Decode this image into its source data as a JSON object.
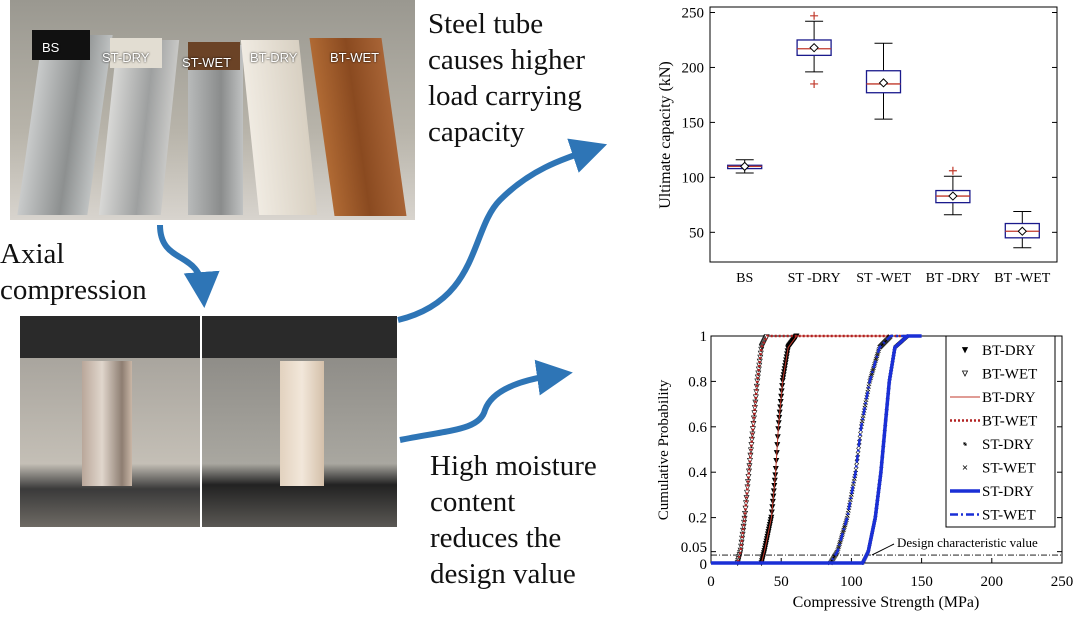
{
  "captions": {
    "steel": [
      "Steel tube",
      "causes higher",
      "load carrying",
      "capacity"
    ],
    "axial": [
      "Axial",
      "compression"
    ],
    "moisture": [
      "High moisture",
      "content",
      "reduces the",
      "design value"
    ]
  },
  "photo_labels": [
    "BS",
    "ST-DRY",
    "ST-WET",
    "BT-DRY",
    "BT-WET"
  ],
  "arrow_color": "#2e75b6",
  "chart_data": [
    {
      "type": "box",
      "ylabel": "Ultimate capacity (kN)",
      "xlabel": "",
      "categories": [
        "BS",
        "ST -DRY",
        "ST -WET",
        "BT -DRY",
        "BT -WET"
      ],
      "yticks": [
        50,
        100,
        150,
        200,
        250
      ],
      "ylim": [
        23,
        255
      ],
      "boxes": [
        {
          "whisker_low": 104,
          "q1": 108,
          "median": 110,
          "q3": 111,
          "whisker_high": 116,
          "mean": 110,
          "outliers": []
        },
        {
          "whisker_low": 196,
          "q1": 211,
          "median": 217,
          "q3": 225,
          "whisker_high": 242,
          "mean": 218,
          "outliers": [
            247,
            185
          ]
        },
        {
          "whisker_low": 153,
          "q1": 177,
          "median": 185,
          "q3": 197,
          "whisker_high": 222,
          "mean": 186,
          "outliers": []
        },
        {
          "whisker_low": 66,
          "q1": 77,
          "median": 83,
          "q3": 88,
          "whisker_high": 101,
          "mean": 83,
          "outliers": [
            106
          ]
        },
        {
          "whisker_low": 36,
          "q1": 45,
          "median": 51,
          "q3": 58,
          "whisker_high": 69,
          "mean": 51,
          "outliers": []
        }
      ],
      "colors": {
        "box": "#1a1a8c",
        "median": "#c0392b",
        "outlier": "#c0392b"
      }
    },
    {
      "type": "line",
      "xlabel": "Compressive Strength (MPa)",
      "ylabel": "Cumulative Probability",
      "xlim": [
        0,
        250
      ],
      "ylim": [
        0,
        1
      ],
      "xticks": [
        0,
        50,
        100,
        150,
        200,
        250
      ],
      "yticks": [
        "0",
        "0.05",
        "0.2",
        "0.4",
        "0.6",
        "0.8",
        "1"
      ],
      "annotation": "Design characteristic value",
      "design_level": 0.035,
      "legend_position": "right",
      "series": [
        {
          "name": "BT-DRY",
          "style": "marker-filled-triangle",
          "color": "#000000",
          "points": [
            [
              36,
              0
            ],
            [
              38,
              0.05
            ],
            [
              43,
              0.2
            ],
            [
              46,
              0.4
            ],
            [
              48,
              0.6
            ],
            [
              51,
              0.8
            ],
            [
              55,
              0.95
            ],
            [
              61,
              1
            ]
          ]
        },
        {
          "name": "BT-WET",
          "style": "marker-open-triangle",
          "color": "#000000",
          "points": [
            [
              19,
              0
            ],
            [
              21,
              0.05
            ],
            [
              24,
              0.2
            ],
            [
              27,
              0.4
            ],
            [
              30,
              0.6
            ],
            [
              33,
              0.8
            ],
            [
              36,
              0.95
            ],
            [
              40,
              1
            ]
          ]
        },
        {
          "name": "BT-DRY",
          "style": "line-thin",
          "color": "#c0392b",
          "points": [
            [
              0,
              0
            ],
            [
              36,
              0
            ],
            [
              38,
              0.05
            ],
            [
              43,
              0.2
            ],
            [
              46,
              0.4
            ],
            [
              48,
              0.6
            ],
            [
              51,
              0.8
            ],
            [
              55,
              0.95
            ],
            [
              61,
              1
            ],
            [
              130,
              1
            ]
          ]
        },
        {
          "name": "BT-WET",
          "style": "line-dotted",
          "color": "#b22222",
          "points": [
            [
              0,
              0
            ],
            [
              19,
              0
            ],
            [
              21,
              0.05
            ],
            [
              24,
              0.2
            ],
            [
              27,
              0.4
            ],
            [
              30,
              0.6
            ],
            [
              33,
              0.8
            ],
            [
              36,
              0.95
            ],
            [
              40,
              1
            ],
            [
              150,
              1
            ]
          ]
        },
        {
          "name": "ST-DRY",
          "style": "marker-star",
          "color": "#000000",
          "points": [
            [
              108,
              0
            ],
            [
              112,
              0.05
            ],
            [
              117,
              0.2
            ],
            [
              121,
              0.4
            ],
            [
              124,
              0.6
            ],
            [
              127,
              0.8
            ],
            [
              131,
              0.95
            ],
            [
              140,
              1
            ]
          ]
        },
        {
          "name": "ST-WET",
          "style": "marker-x",
          "color": "#000000",
          "points": [
            [
              85,
              0
            ],
            [
              90,
              0.05
            ],
            [
              97,
              0.2
            ],
            [
              103,
              0.4
            ],
            [
              107,
              0.6
            ],
            [
              113,
              0.8
            ],
            [
              120,
              0.95
            ],
            [
              128,
              1
            ]
          ]
        },
        {
          "name": "ST-DRY",
          "style": "line-thick",
          "color": "#1a2fd6",
          "points": [
            [
              0,
              0
            ],
            [
              108,
              0
            ],
            [
              112,
              0.05
            ],
            [
              117,
              0.2
            ],
            [
              121,
              0.4
            ],
            [
              124,
              0.6
            ],
            [
              127,
              0.8
            ],
            [
              131,
              0.95
            ],
            [
              140,
              1
            ],
            [
              150,
              1
            ]
          ]
        },
        {
          "name": "ST-WET",
          "style": "line-dashdot",
          "color": "#1a2fd6",
          "points": [
            [
              0,
              0
            ],
            [
              85,
              0
            ],
            [
              90,
              0.05
            ],
            [
              97,
              0.2
            ],
            [
              103,
              0.4
            ],
            [
              107,
              0.6
            ],
            [
              113,
              0.8
            ],
            [
              120,
              0.95
            ],
            [
              128,
              1
            ],
            [
              140,
              1
            ]
          ]
        }
      ]
    }
  ]
}
